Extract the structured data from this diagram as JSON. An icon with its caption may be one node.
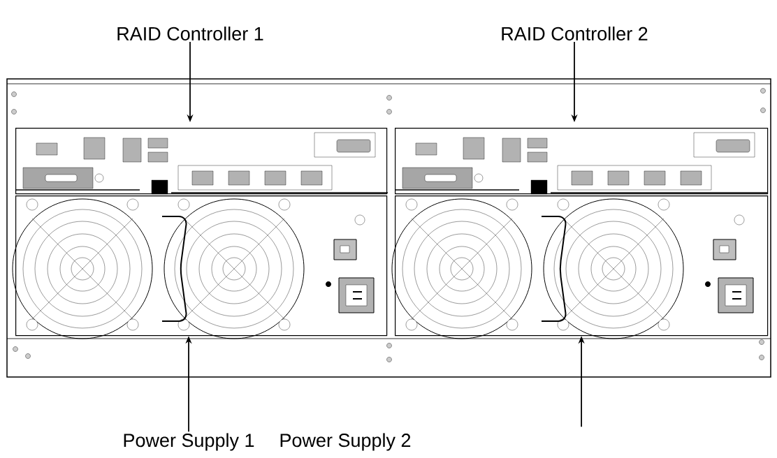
{
  "diagram": {
    "nodes": [
      {
        "text": [
          "RAID Controller 1"
        ]
      },
      {
        "text": [
          "RAID Controller 2"
        ]
      },
      {
        "text": [],
        "shape": "box"
      },
      {
        "text": [],
        "shape": "box"
      },
      {
        "text": [],
        "shape": "box"
      },
      {
        "text": [],
        "shape": "box"
      },
      {
        "text": [
          "Power Supply 1"
        ]
      }
    ],
    "edges": [
      {
        "from": 0,
        "to": 2,
        "arrow": "to"
      },
      {
        "from": 1,
        "to": 3,
        "arrow": "to"
      },
      {
        "from": 6,
        "to": 4,
        "arrow": "to"
      },
      {
        "from": null,
        "to": 5,
        "arrow": "to"
      }
    ],
    "labels": [
      "Power Supply 2"
    ]
  }
}
